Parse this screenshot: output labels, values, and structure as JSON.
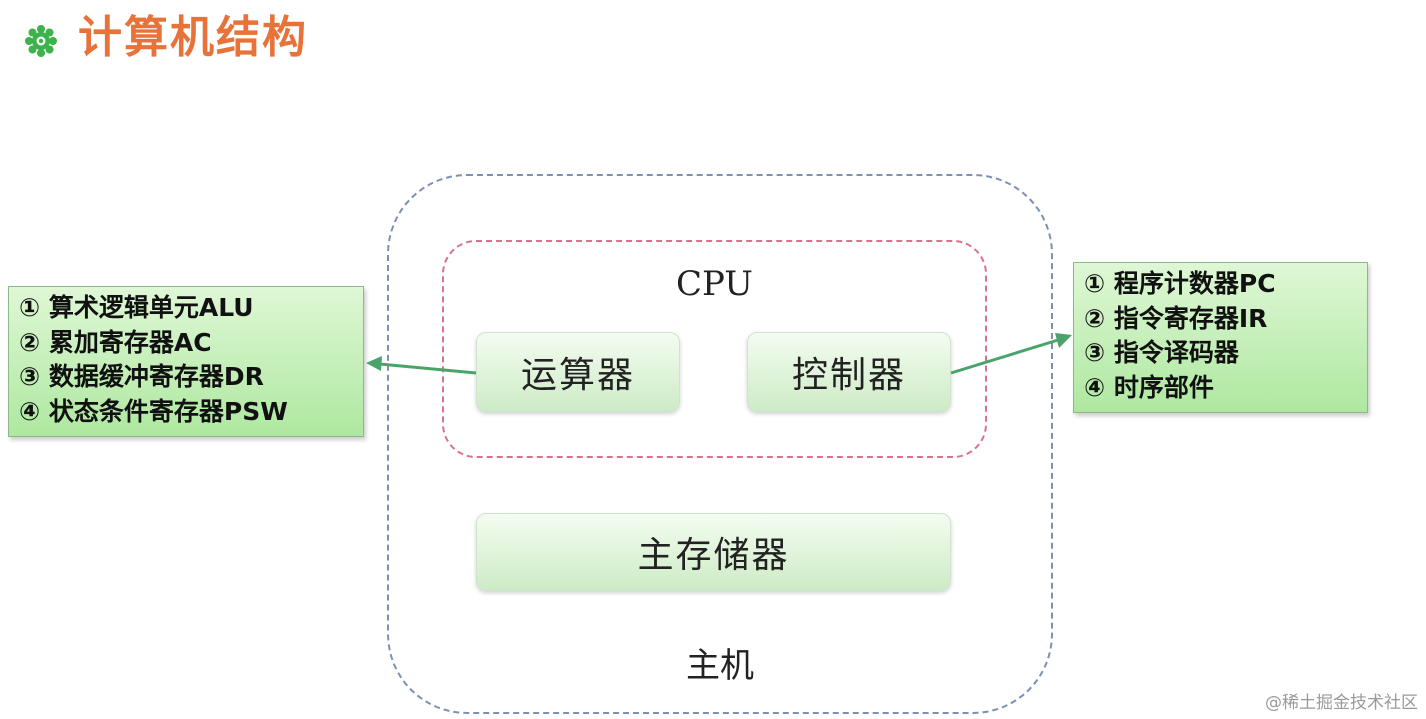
{
  "title": "计算机结构",
  "title_icon": "green-gear-flower-icon",
  "host": {
    "label": "主机",
    "cpu": {
      "label": "CPU",
      "alu": "运算器",
      "control_unit": "控制器"
    },
    "main_memory": "主存储器"
  },
  "alu_components": [
    "① 算术逻辑单元ALU",
    "② 累加寄存器AC",
    "③ 数据缓冲寄存器DR",
    "④ 状态条件寄存器PSW"
  ],
  "control_unit_components": [
    "① 程序计数器PC",
    "② 指令寄存器IR",
    "③ 指令译码器",
    "④ 时序部件"
  ],
  "watermark": "@稀土掘金技术社区",
  "colors": {
    "title": "#e8733a",
    "arrow": "#4aa46a",
    "host_border": "#7d8fb3",
    "cpu_border": "#d9728a"
  }
}
